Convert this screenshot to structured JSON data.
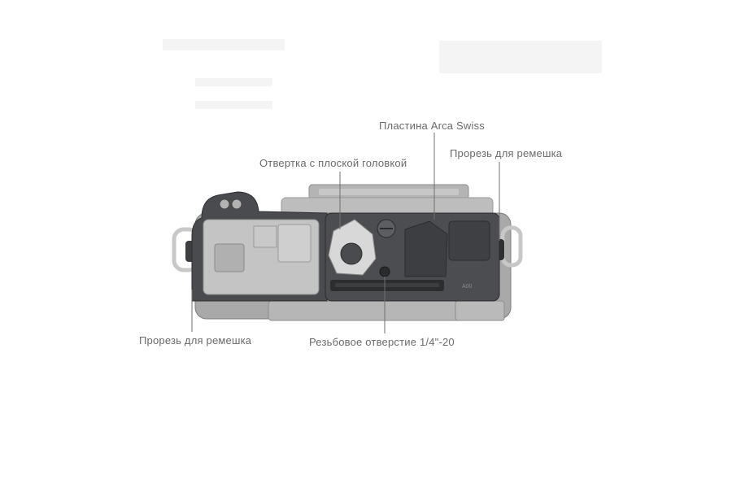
{
  "callouts": {
    "arca_plate": "Пластина Arca Swiss",
    "flat_screwdriver": "Отвертка с плоской головкой",
    "strap_slot_right": "Прорезь для ремешка",
    "strap_slot_left": "Прорезь для ремешка",
    "threaded_hole": "Резьбовое отверстие 1/4\"-20"
  },
  "product": {
    "engraving_small": "A00"
  },
  "colors": {
    "cage_metal": "#4a4b4e",
    "camera_body": "#a9a9a9",
    "battery_door": "#c4c4c4",
    "label_text": "#6a6a6a"
  }
}
